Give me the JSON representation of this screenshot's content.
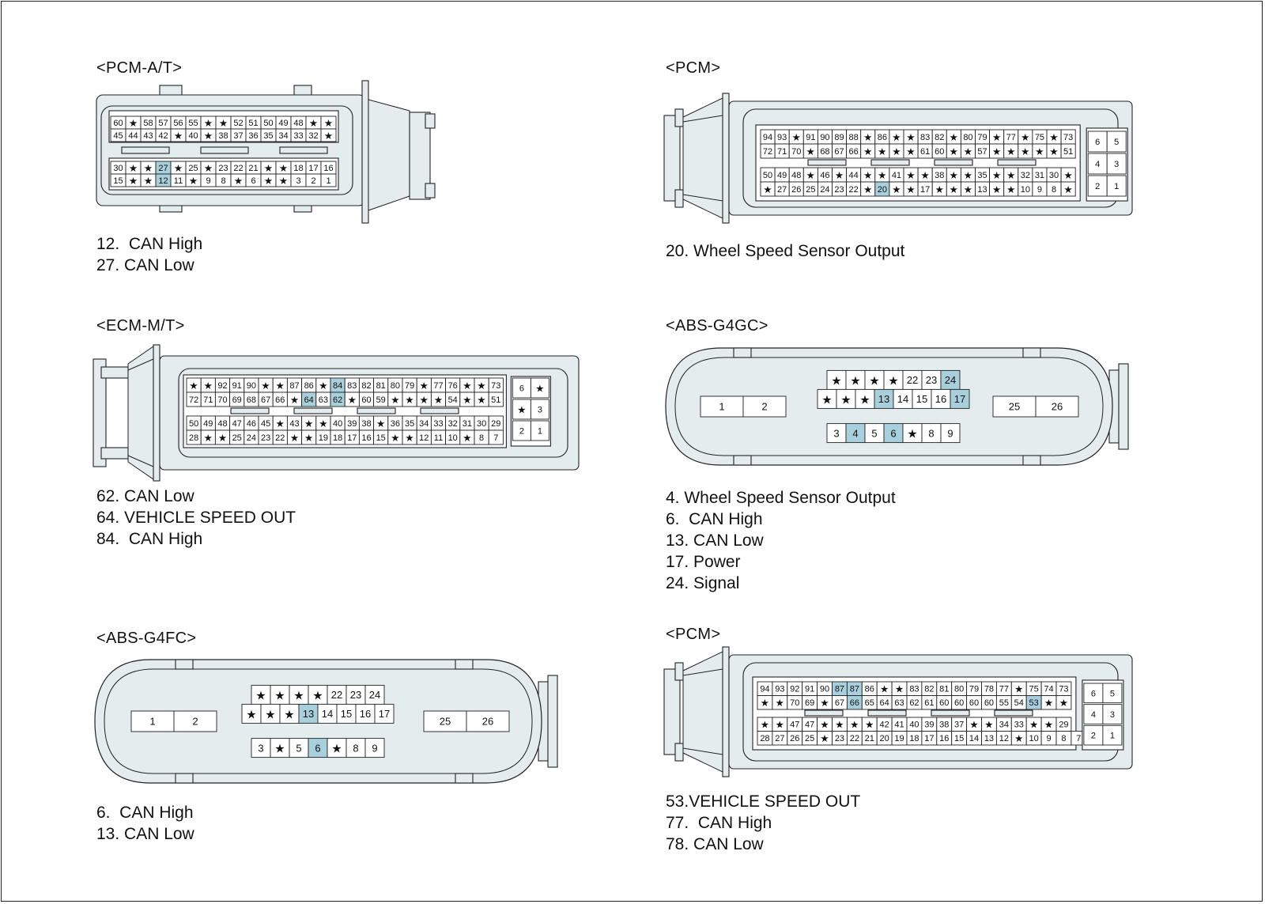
{
  "colors": {
    "body_fill": "#e4ecee",
    "highlight": "#a8d0dc",
    "line": "#222222"
  },
  "connectors": [
    {
      "id": "pcm-at",
      "title": "<PCM-A/T>",
      "legend": [
        "12.  CAN High",
        "27. CAN Low"
      ],
      "highlighted_pins": [
        "12",
        "27"
      ],
      "pin_rows": [
        [
          "60",
          "*",
          "58",
          "57",
          "56",
          "55",
          "*",
          "*",
          "52",
          "51",
          "50",
          "49",
          "48",
          "*",
          "*"
        ],
        [
          "45",
          "44",
          "43",
          "42",
          "*",
          "40",
          "*",
          "38",
          "37",
          "36",
          "35",
          "34",
          "33",
          "32",
          "*"
        ],
        [
          "30",
          "*",
          "*",
          "27",
          "*",
          "25",
          "*",
          "23",
          "22",
          "21",
          "*",
          "*",
          "18",
          "17",
          "16"
        ],
        [
          "15",
          "*",
          "*",
          "12",
          "11",
          "*",
          "9",
          "8",
          "*",
          "6",
          "*",
          "*",
          "3",
          "2",
          "1"
        ]
      ]
    },
    {
      "id": "pcm-1",
      "title": "<PCM>",
      "legend": [
        "20. Wheel Speed Sensor Output"
      ],
      "highlighted_pins": [
        "20"
      ],
      "pin_rows": [
        [
          "94",
          "93",
          "*",
          "91",
          "90",
          "89",
          "88",
          "*",
          "86",
          "*",
          "*",
          "83",
          "82",
          "*",
          "80",
          "79",
          "*",
          "77",
          "*",
          "75",
          "*",
          "73"
        ],
        [
          "72",
          "71",
          "70",
          "*",
          "68",
          "67",
          "66",
          "*",
          "*",
          "*",
          "*",
          "61",
          "60",
          "*",
          "*",
          "57",
          "*",
          "*",
          "*",
          "*",
          "*",
          "51"
        ],
        [
          "50",
          "49",
          "48",
          "*",
          "46",
          "*",
          "44",
          "*",
          "*",
          "41",
          "*",
          "*",
          "38",
          "*",
          "*",
          "35",
          "*",
          "*",
          "32",
          "31",
          "30",
          "*"
        ],
        [
          "*",
          "27",
          "26",
          "25",
          "24",
          "23",
          "22",
          "*",
          "20",
          "*",
          "*",
          "17",
          "*",
          "*",
          "*",
          "13",
          "*",
          "*",
          "10",
          "9",
          "8",
          "*"
        ]
      ],
      "side_pins": [
        [
          "6",
          "5"
        ],
        [
          "4",
          "3"
        ],
        [
          "2",
          "1"
        ]
      ]
    },
    {
      "id": "ecm-mt",
      "title": "<ECM-M/T>",
      "legend": [
        "62. CAN Low",
        "64. VEHICLE SPEED OUT",
        "84.  CAN High"
      ],
      "highlighted_pins": [
        "62",
        "64",
        "84"
      ],
      "pin_rows": [
        [
          "*",
          "*",
          "92",
          "91",
          "90",
          "*",
          "*",
          "87",
          "86",
          "*",
          "84",
          "83",
          "82",
          "81",
          "80",
          "79",
          "*",
          "77",
          "76",
          "*",
          "*",
          "73"
        ],
        [
          "72",
          "71",
          "70",
          "69",
          "68",
          "67",
          "66",
          "*",
          "64",
          "63",
          "62",
          "*",
          "60",
          "59",
          "*",
          "*",
          "*",
          "*",
          "54",
          "*",
          "*",
          "51"
        ],
        [
          "50",
          "49",
          "48",
          "47",
          "46",
          "45",
          "*",
          "43",
          "*",
          "*",
          "40",
          "39",
          "38",
          "*",
          "36",
          "35",
          "34",
          "33",
          "32",
          "31",
          "30",
          "29"
        ],
        [
          "28",
          "*",
          "*",
          "25",
          "24",
          "23",
          "22",
          "*",
          "*",
          "19",
          "18",
          "17",
          "16",
          "15",
          "*",
          "*",
          "12",
          "11",
          "10",
          "*",
          "8",
          "7"
        ]
      ],
      "side_pins": [
        [
          "6",
          "*"
        ],
        [
          "*",
          "3"
        ],
        [
          "2",
          "1"
        ]
      ]
    },
    {
      "id": "abs-g4gc",
      "title": "<ABS-G4GC>",
      "legend": [
        "4. Wheel Speed Sensor Output",
        "6.  CAN High",
        "13. CAN Low",
        "17. Power",
        "24. Signal"
      ],
      "highlighted_pins": [
        "4",
        "6",
        "13",
        "17",
        "24"
      ],
      "top_row": [
        "*",
        "*",
        "*",
        "*",
        "22",
        "23",
        "24"
      ],
      "mid_row": [
        "*",
        "*",
        "*",
        "13",
        "14",
        "15",
        "16",
        "17"
      ],
      "bottom_row": [
        "3",
        "4",
        "5",
        "6",
        "*",
        "8",
        "9"
      ],
      "left_pins": [
        "1",
        "2"
      ],
      "right_pins": [
        "25",
        "26"
      ]
    },
    {
      "id": "abs-g4fc",
      "title": "<ABS-G4FC>",
      "legend": [
        "6.  CAN High",
        "13. CAN Low"
      ],
      "highlighted_pins": [
        "6",
        "13"
      ],
      "top_row": [
        "*",
        "*",
        "*",
        "*",
        "22",
        "23",
        "24"
      ],
      "mid_row": [
        "*",
        "*",
        "*",
        "13",
        "14",
        "15",
        "16",
        "17"
      ],
      "bottom_row": [
        "3",
        "*",
        "5",
        "6",
        "*",
        "8",
        "9"
      ],
      "left_pins": [
        "1",
        "2"
      ],
      "right_pins": [
        "25",
        "26"
      ]
    },
    {
      "id": "pcm-2",
      "title": "<PCM>",
      "legend": [
        "53.VEHICLE SPEED OUT",
        "77.  CAN High",
        "78. CAN Low"
      ],
      "highlighted_pins": [
        "53",
        "66",
        "87"
      ],
      "pin_rows": [
        [
          "94",
          "93",
          "92",
          "91",
          "90",
          "87",
          "87",
          "86",
          "*",
          "*",
          "83",
          "82",
          "81",
          "80",
          "79",
          "78",
          "77",
          "*",
          "75",
          "74",
          "73"
        ],
        [
          "*",
          "*",
          "70",
          "69",
          "*",
          "67",
          "66",
          "65",
          "64",
          "63",
          "62",
          "61",
          "60",
          "60",
          "60",
          "60",
          "55",
          "54",
          "53",
          "*",
          "*"
        ],
        [
          "*",
          "*",
          "47",
          "47",
          "*",
          "*",
          "*",
          "*",
          "42",
          "41",
          "40",
          "39",
          "38",
          "37",
          "*",
          "*",
          "34",
          "33",
          "*",
          "*",
          "29"
        ],
        [
          "28",
          "27",
          "26",
          "25",
          "*",
          "23",
          "22",
          "21",
          "20",
          "19",
          "18",
          "17",
          "16",
          "15",
          "14",
          "13",
          "12",
          "*",
          "10",
          "9",
          "8",
          "7"
        ]
      ],
      "side_pins": [
        [
          "6",
          "5"
        ],
        [
          "4",
          "3"
        ],
        [
          "2",
          "1"
        ]
      ]
    }
  ]
}
